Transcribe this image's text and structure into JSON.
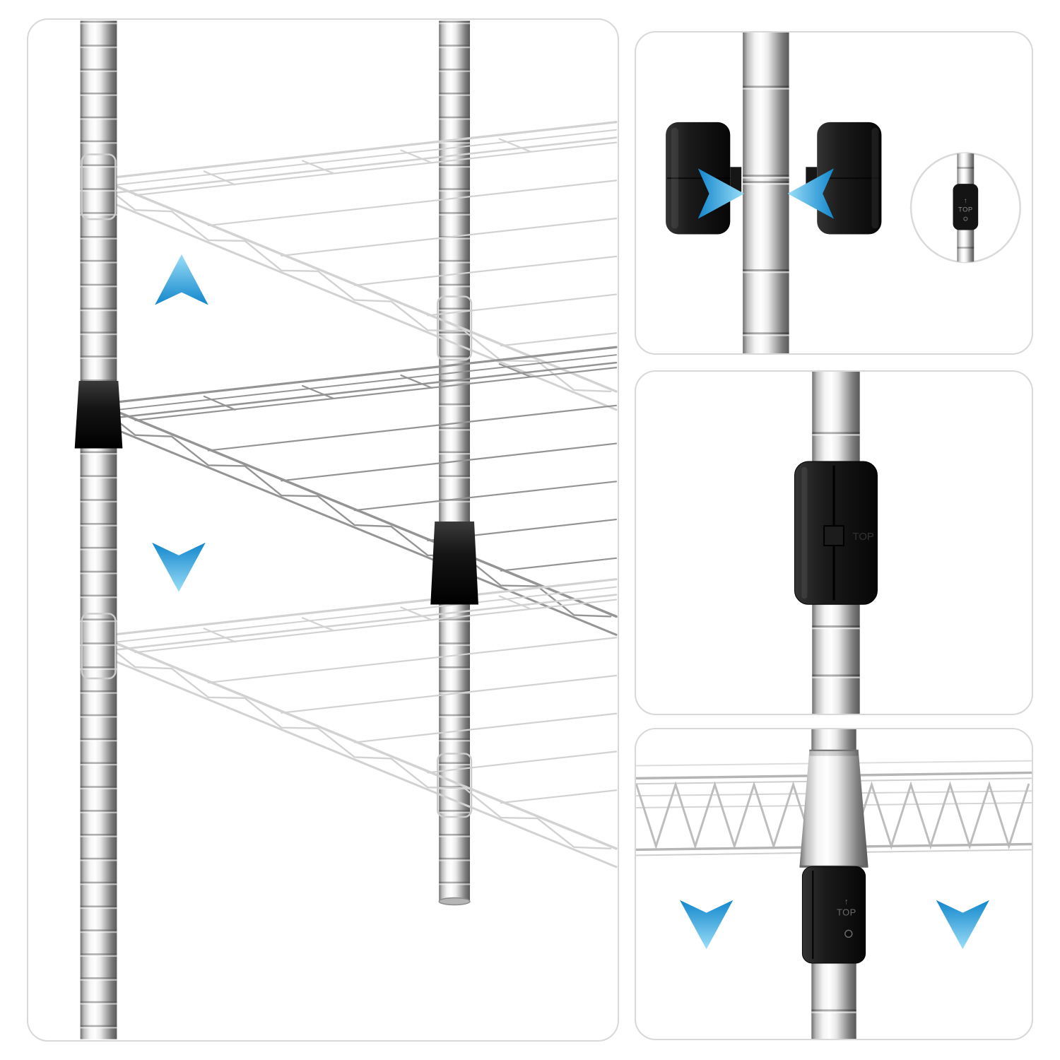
{
  "labels": {
    "sleeve_top": "TOP",
    "sleeve_top_arrow": "↑"
  },
  "icons": {
    "adjust_up": "arrow-up",
    "adjust_down": "arrow-down",
    "clip_insert_left": "arrow-right",
    "clip_insert_right": "arrow-left"
  },
  "colors": {
    "background": "#ffffff",
    "panel_border": "#d8d8d8",
    "arrow_blue": "#1286cc",
    "arrow_blue_light": "#9adef8",
    "chrome_highlight": "#ffffff",
    "chrome_shadow": "#595959",
    "sleeve_black": "#111111",
    "ghost_wire": "#d2d2d2",
    "active_wire": "#949494"
  }
}
